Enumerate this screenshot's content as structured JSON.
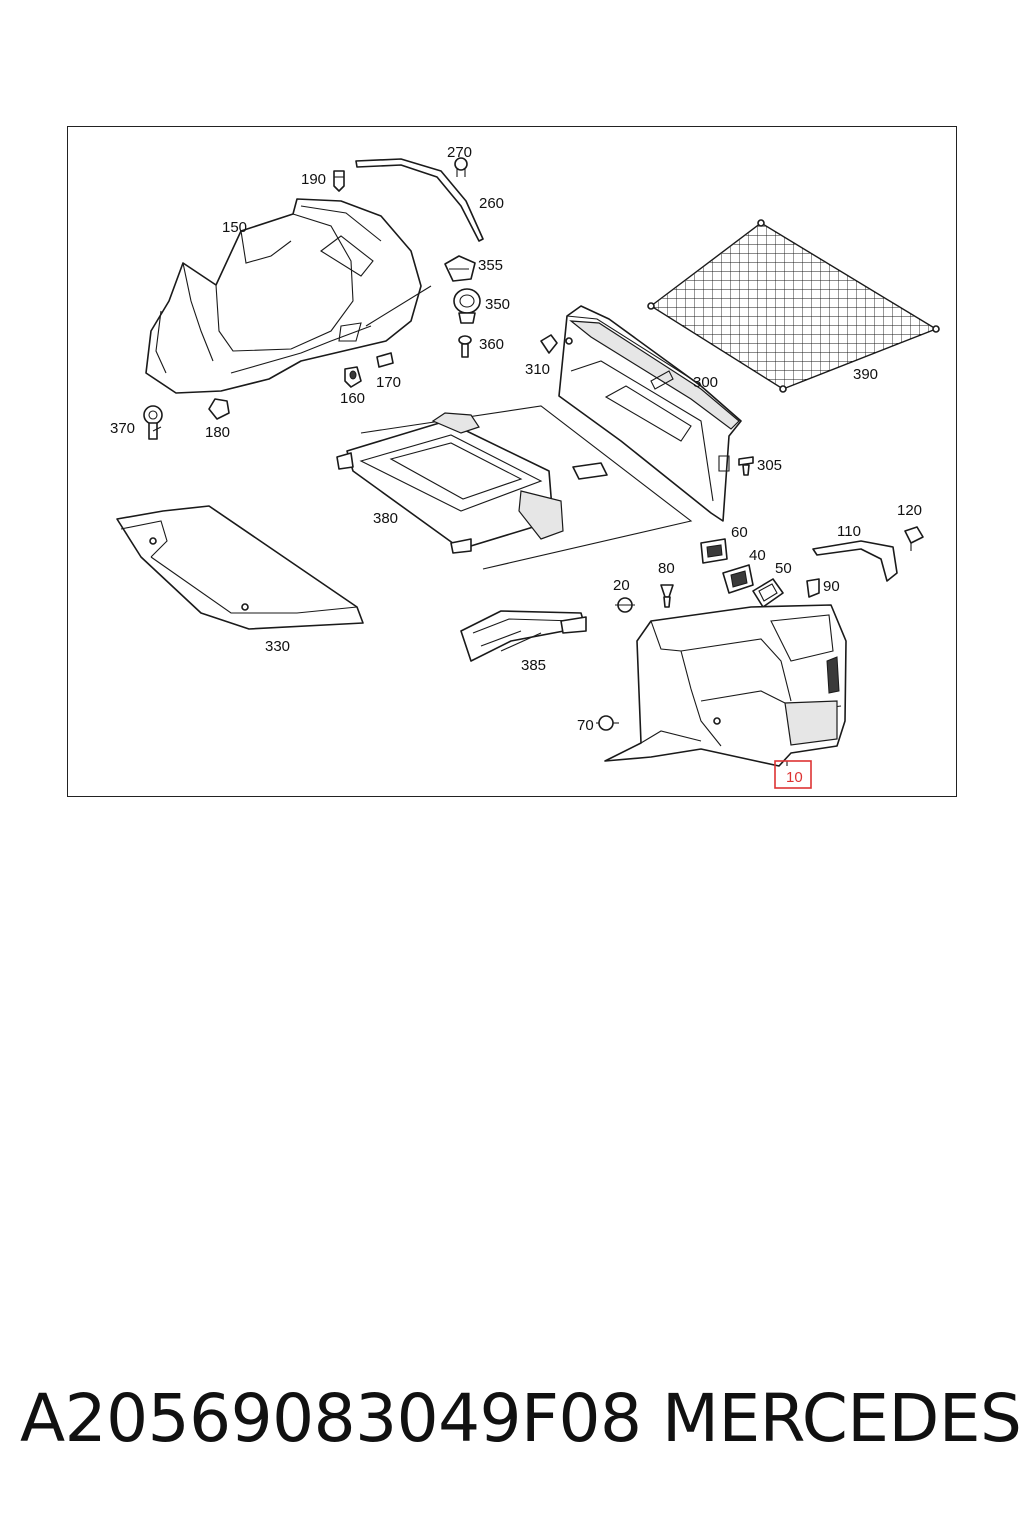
{
  "diagram": {
    "labels": {
      "p10": "10",
      "p20": "20",
      "p40": "40",
      "p50": "50",
      "p60": "60",
      "p70": "70",
      "p80": "80",
      "p90": "90",
      "p110": "110",
      "p120": "120",
      "p150": "150",
      "p160": "160",
      "p170": "170",
      "p180": "180",
      "p190": "190",
      "p260": "260",
      "p270": "270",
      "p300": "300",
      "p305": "305",
      "p310": "310",
      "p330": "330",
      "p350": "350",
      "p355": "355",
      "p360": "360",
      "p370": "370",
      "p380": "380",
      "p385": "385",
      "p390": "390"
    },
    "highlighted_label": "10",
    "highlight_color": "#dd3333"
  },
  "footer": {
    "part_number": "A20569083049F08",
    "brand": "MERCEDES"
  }
}
